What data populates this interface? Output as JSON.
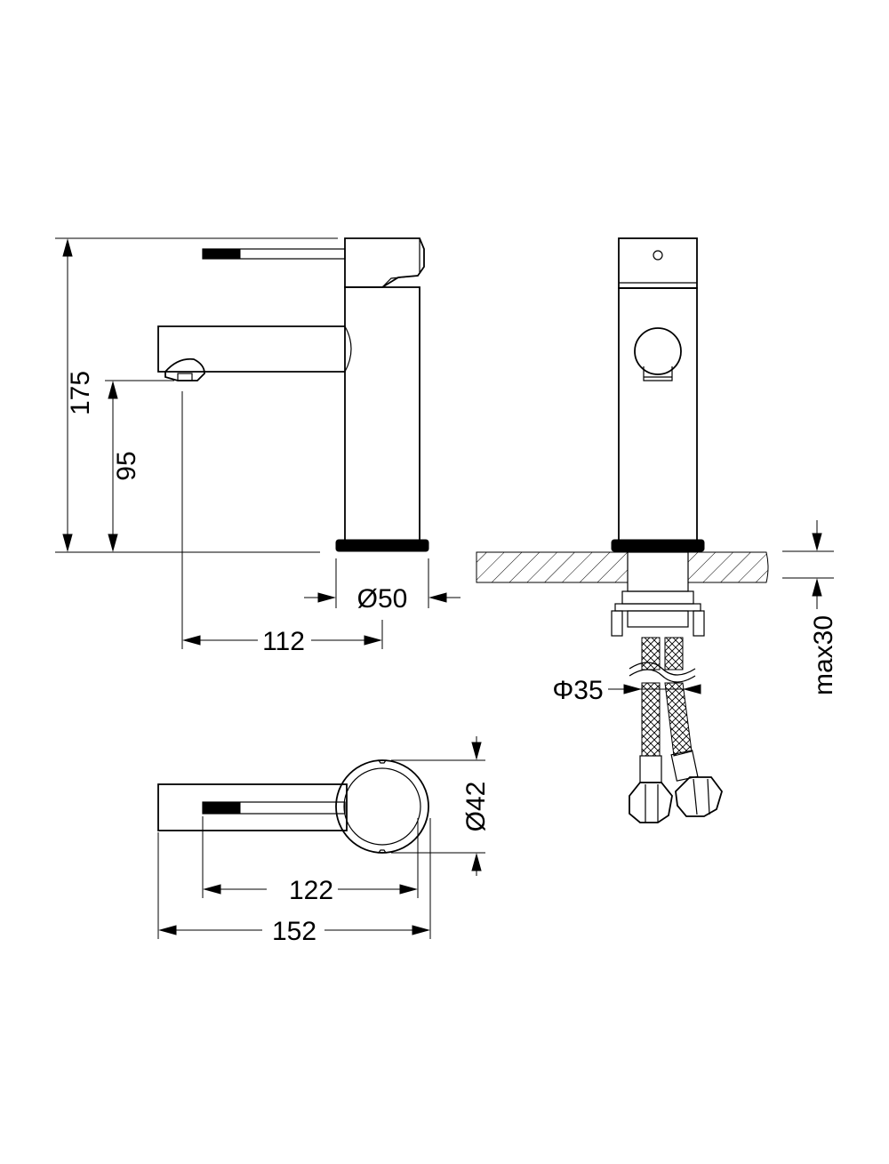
{
  "colors": {
    "line": "#000000",
    "background": "#ffffff"
  },
  "dimensions": {
    "total_height": "175",
    "spout_height": "95",
    "base_diameter": "Ø50",
    "spout_reach": "112",
    "hose_diameter": "Φ35",
    "max_deck_thickness": "max30",
    "body_diameter": "Ø42",
    "handle_reach": "122",
    "total_length": "152"
  }
}
